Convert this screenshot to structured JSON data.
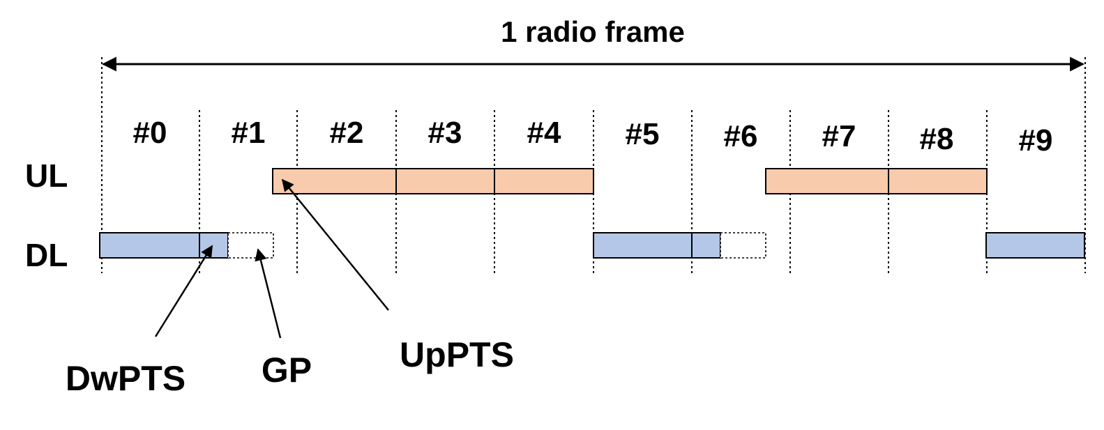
{
  "title": "1 radio frame",
  "rows": {
    "ul": "UL",
    "dl": "DL"
  },
  "subframes": [
    "#0",
    "#1",
    "#2",
    "#3",
    "#4",
    "#5",
    "#6",
    "#7",
    "#8",
    "#9"
  ],
  "callouts": {
    "dwpts": "DwPTS",
    "gp": "GP",
    "uppts": "UpPTS"
  },
  "colors": {
    "uplink": "#f8cbad",
    "downlink": "#b4c7e7"
  }
}
